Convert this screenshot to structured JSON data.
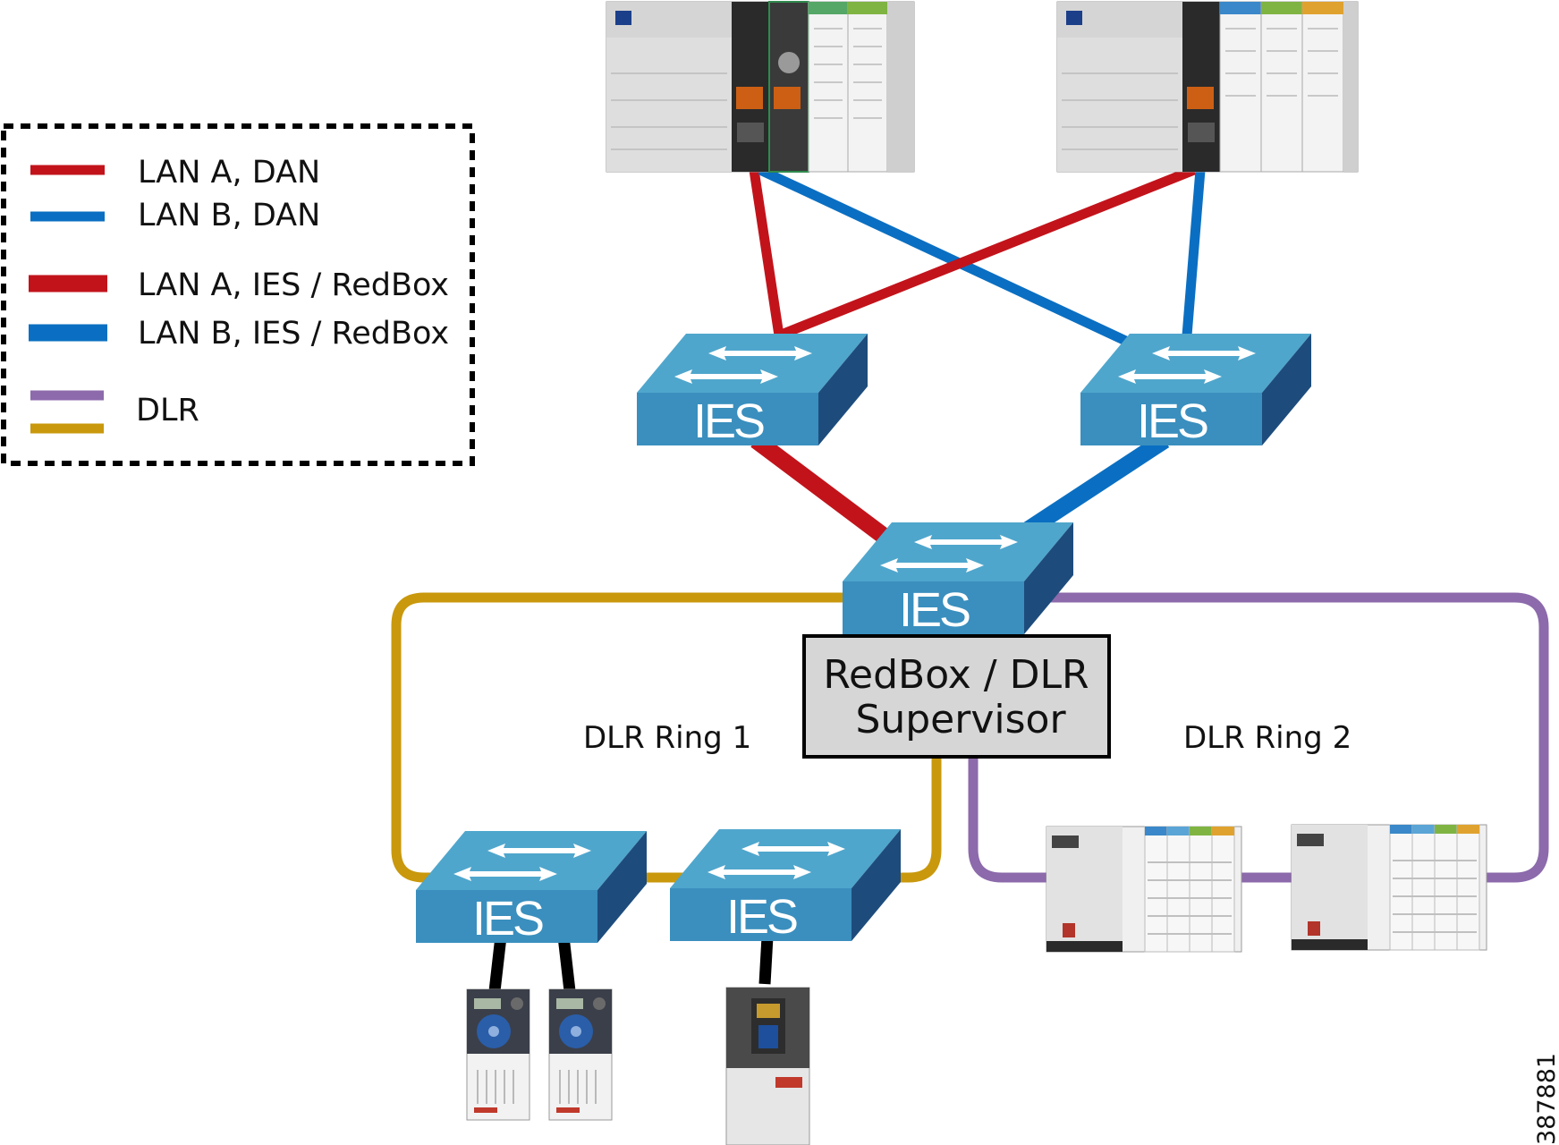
{
  "colors": {
    "lan_a": "#c2131b",
    "lan_b": "#0a6fc2",
    "dlr_ring_1": "#c9980c",
    "dlr_ring_2": "#8c6aab",
    "switch_top": "#4fa6cc",
    "switch_front": "#3a8fbe",
    "switch_side": "#1d4c7c",
    "supervisor_fill": "#d6d6d6"
  },
  "legend": {
    "items": [
      {
        "label": "LAN A, DAN",
        "icon": "thin-red-line"
      },
      {
        "label": "LAN B, DAN",
        "icon": "thin-blue-line"
      },
      {
        "label": "LAN A, IES / RedBox",
        "icon": "thick-red-line"
      },
      {
        "label": "LAN B, IES / RedBox",
        "icon": "thick-blue-line"
      },
      {
        "label": "DLR",
        "icon": "purple-and-gold-lines"
      }
    ]
  },
  "switches": {
    "lan_a": "IES",
    "lan_b": "IES",
    "redbox": "IES",
    "ring1_left": "IES",
    "ring1_right": "IES"
  },
  "supervisor": {
    "line1": "RedBox / DLR",
    "line2": "Supervisor"
  },
  "rings": {
    "ring1": "DLR Ring 1",
    "ring2": "DLR Ring 2"
  },
  "figure_id": "387881",
  "devices": {
    "controllers": [
      "plc-chassis-icon",
      "plc-chassis-icon"
    ],
    "io_racks": [
      "io-adapter-rack-icon",
      "io-adapter-rack-icon"
    ],
    "drives": [
      "powerflex-small-drive-icon",
      "powerflex-small-drive-icon",
      "powerflex-large-drive-icon"
    ]
  }
}
